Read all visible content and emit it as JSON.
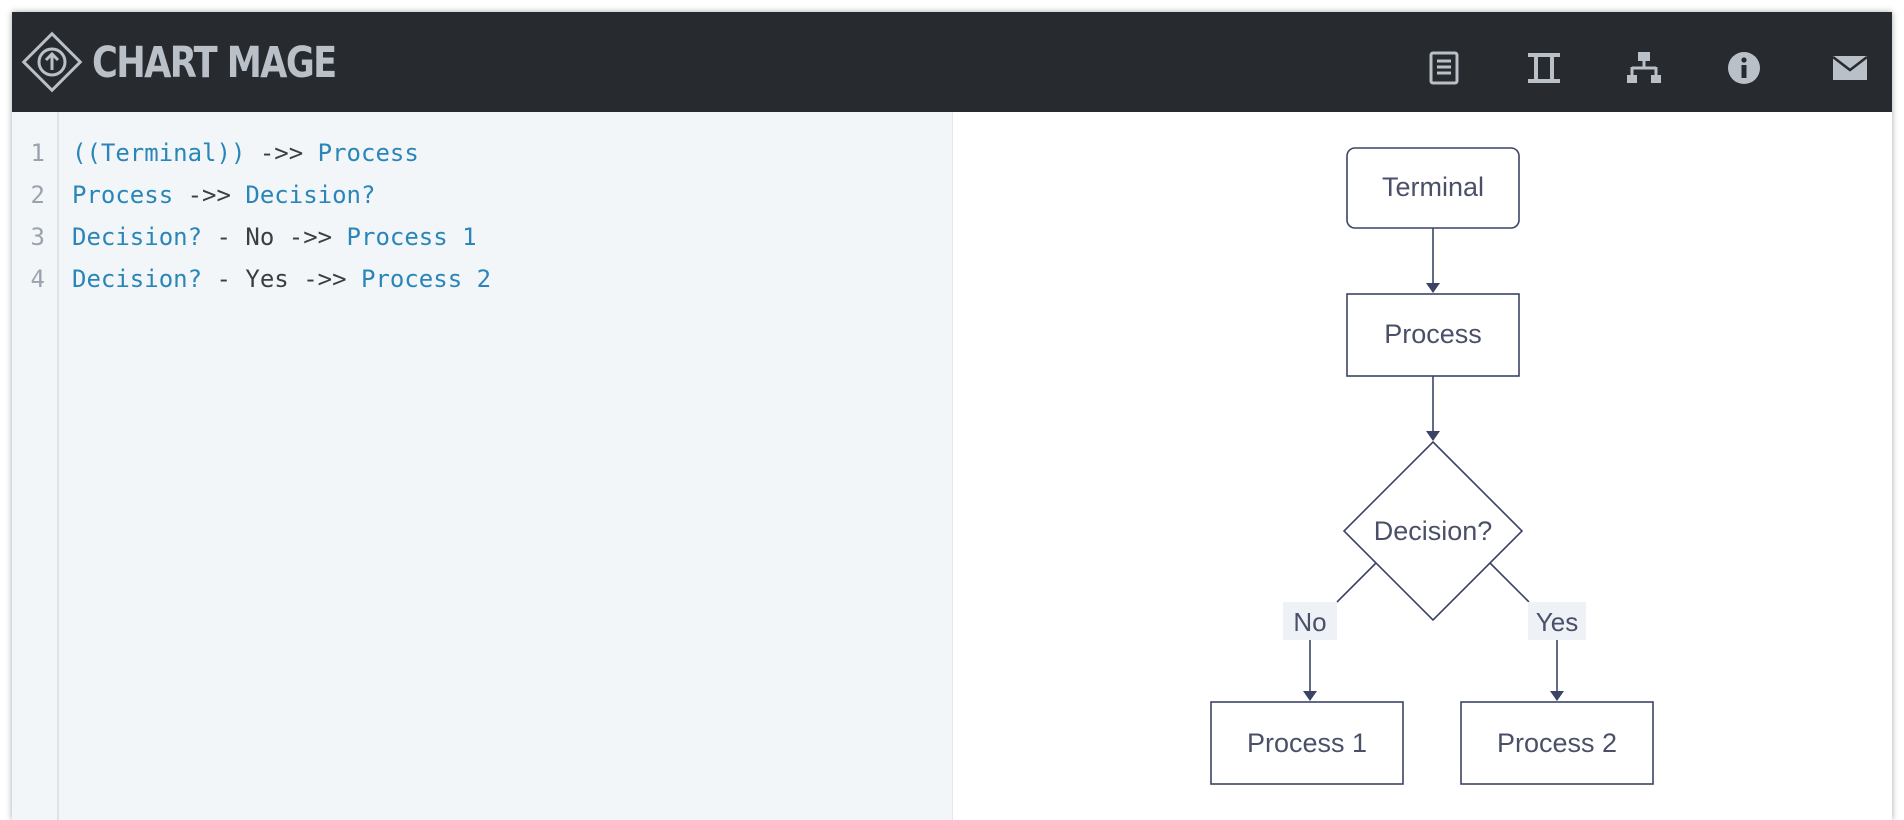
{
  "app": {
    "title": "CHART MAGE"
  },
  "toolbar": {
    "icons": [
      "document-icon",
      "columns-icon",
      "flowchart-icon",
      "info-icon",
      "mail-icon"
    ]
  },
  "editor": {
    "line_numbers": [
      "1",
      "2",
      "3",
      "4"
    ],
    "lines": [
      [
        {
          "text": "((Terminal))",
          "kind": "node"
        },
        {
          "text": " ->> ",
          "kind": "op"
        },
        {
          "text": "Process",
          "kind": "node"
        }
      ],
      [
        {
          "text": "Process",
          "kind": "node"
        },
        {
          "text": " ->> ",
          "kind": "op"
        },
        {
          "text": "Decision?",
          "kind": "node"
        }
      ],
      [
        {
          "text": "Decision?",
          "kind": "node"
        },
        {
          "text": " - No ->> ",
          "kind": "op"
        },
        {
          "text": "Process 1",
          "kind": "node"
        }
      ],
      [
        {
          "text": "Decision?",
          "kind": "node"
        },
        {
          "text": " - Yes ->> ",
          "kind": "op"
        },
        {
          "text": "Process 2",
          "kind": "node"
        }
      ]
    ]
  },
  "flowchart": {
    "nodes": {
      "terminal": "Terminal",
      "process": "Process",
      "decision": "Decision?",
      "process1": "Process 1",
      "process2": "Process 2"
    },
    "edge_labels": {
      "no": "No",
      "yes": "Yes"
    }
  },
  "colors": {
    "header_bg": "#272a2e",
    "logo": "#b9c0c8",
    "editor_bg": "#f3f6f9",
    "code_node": "#2a86b8",
    "diagram_stroke": "#3b4466",
    "diagram_text": "#4a5068",
    "edge_label_bg": "#eef2f7"
  }
}
